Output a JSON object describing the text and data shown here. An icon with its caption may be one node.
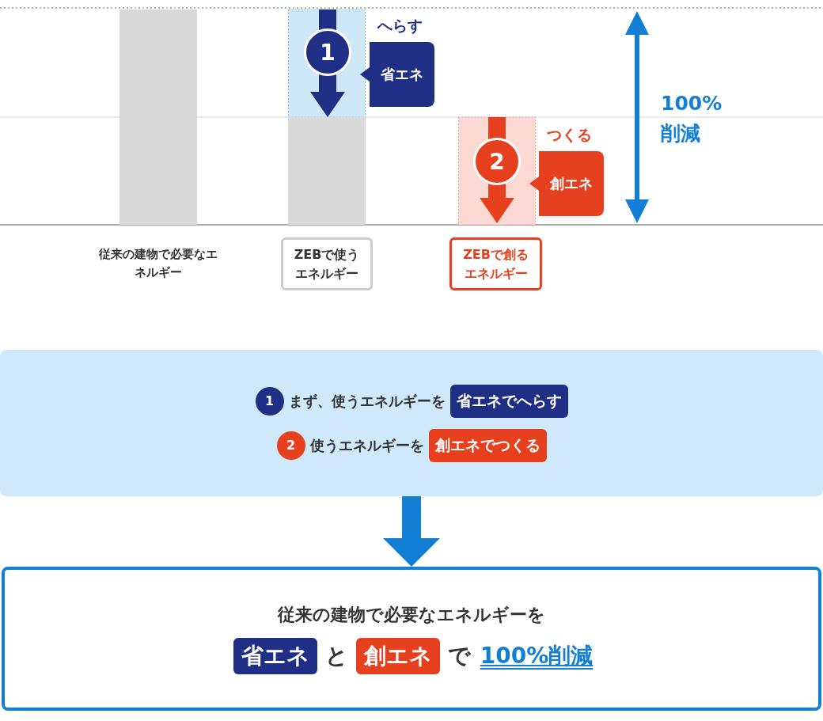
{
  "diagram": {
    "nodes": [
      {
        "text": [
          "1"
        ]
      },
      {
        "text": [
          "省エネ"
        ],
        "beside": [
          "へらす"
        ]
      },
      {
        "text": [
          "2"
        ]
      },
      {
        "text": [
          "創エネ"
        ],
        "beside": [
          "つくる"
        ]
      },
      {
        "text": [
          "ZEBで使うエネルギー"
        ]
      },
      {
        "text": [
          "ZEBで創るエネルギー"
        ]
      },
      {
        "text": [],
        "shape": "box"
      },
      {
        "text": [
          "1"
        ],
        "in": 6
      },
      {
        "text": [
          "省エネでへらす"
        ],
        "in": 6
      },
      {
        "text": [
          "2"
        ],
        "in": 6
      },
      {
        "text": [
          "創エネでつくる"
        ],
        "in": 6
      },
      {
        "text": [
          "従来の建物で必要なエネルギーを"
        ]
      },
      {
        "text": [
          "省エネ"
        ],
        "in": 11
      },
      {
        "text": [
          "創エネ"
        ],
        "in": 11
      }
    ],
    "edges": [
      {
        "from": 6,
        "to": 11,
        "arrow": "to"
      }
    ],
    "labels": [
      "100%削減",
      "従来の建物で必要なエネルギー",
      "まず、使うエネルギーを",
      "使うエネルギーを",
      "と",
      "で",
      "100%削減"
    ]
  }
}
